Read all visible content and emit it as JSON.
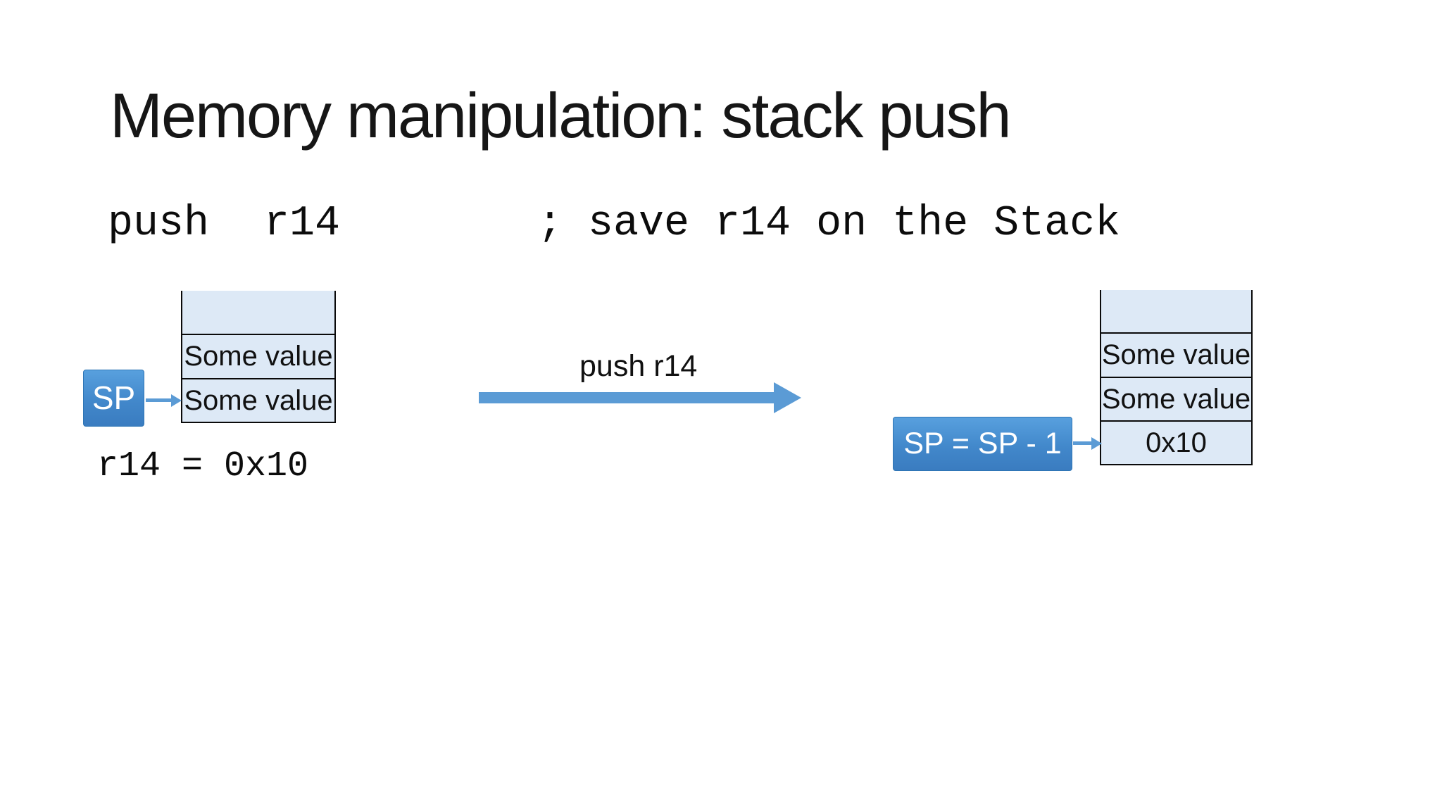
{
  "slide": {
    "title": "Memory manipulation: stack push",
    "code": {
      "mnemonic": "push",
      "operand": "r14",
      "comment": "; save r14 on the Stack"
    },
    "register_note": "r14 = 0x10",
    "transition_label": "push r14",
    "before": {
      "pointer_label": "SP",
      "cells": [
        "",
        "Some value",
        "Some value"
      ]
    },
    "after": {
      "pointer_label": "SP = SP - 1",
      "cells": [
        "",
        "Some value",
        "Some value",
        "0x10"
      ]
    },
    "colors": {
      "cell_fill": "#dde9f6",
      "cell_border": "#0a0a0a",
      "arrow_blue": "#5b9bd5",
      "pointer_box_top": "#58a0de",
      "pointer_box_bottom": "#3a7cc0",
      "pointer_text": "#ffffff"
    }
  }
}
